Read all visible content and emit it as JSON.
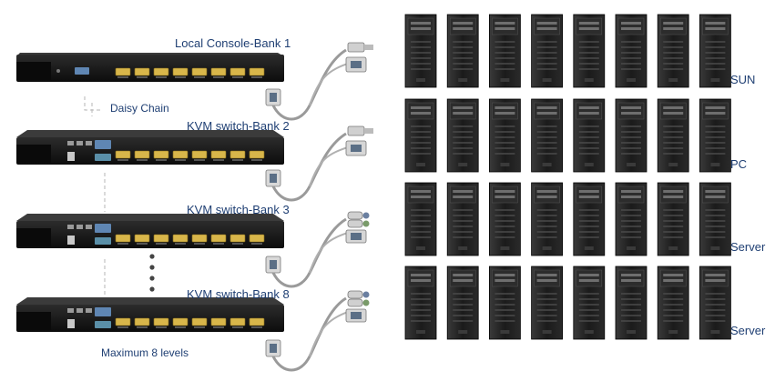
{
  "banks": [
    {
      "label": "Local Console-Bank 1"
    },
    {
      "label": "KVM switch-Bank 2"
    },
    {
      "label": "KVM switch-Bank 3"
    },
    {
      "label": "KVM switch-Bank 8"
    }
  ],
  "annotations": {
    "daisy_chain": "Daisy Chain",
    "max_levels": "Maximum 8 levels"
  },
  "computer_rows": [
    {
      "label": "SUN",
      "count": 8,
      "connector": "usb"
    },
    {
      "label": "PC",
      "count": 8,
      "connector": "usb"
    },
    {
      "label": "Server",
      "count": 8,
      "connector": "ps2"
    },
    {
      "label": "Server",
      "count": 8,
      "connector": "ps2"
    }
  ],
  "ports_per_switch": 8,
  "colors": {
    "label_text": "#1f3f73",
    "switch_body": "#151515",
    "port_yellow": "#d8b64a",
    "cable": "#9a9a9a",
    "tower_body": "#1a1a1a",
    "dash_line": "#b5b5b5"
  }
}
